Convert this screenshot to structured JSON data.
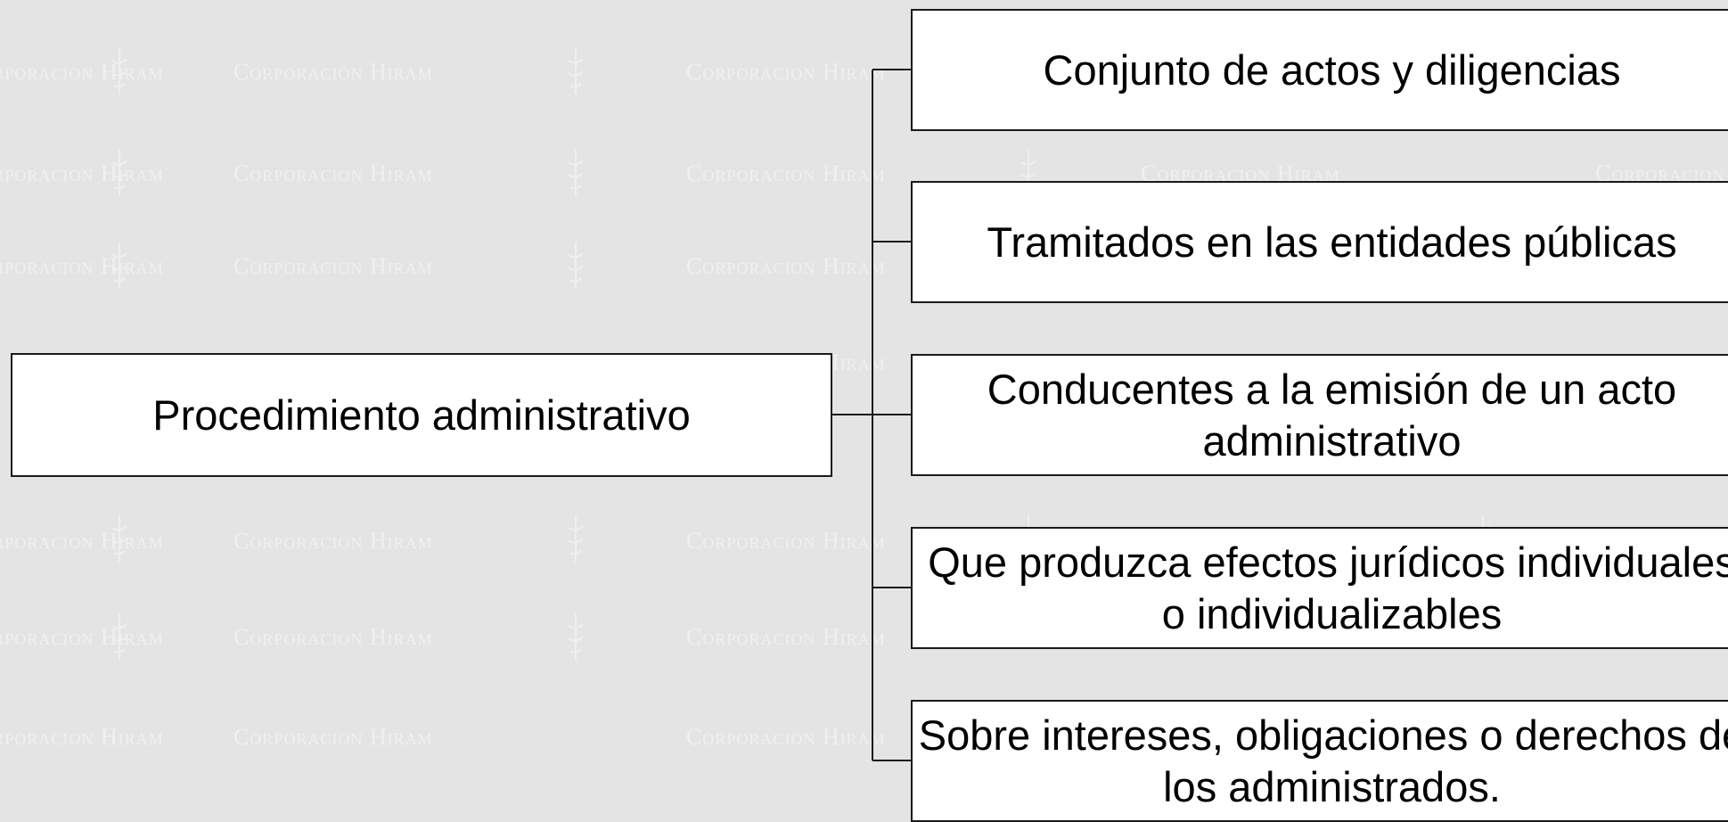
{
  "diagram": {
    "root": {
      "label": "Procedimiento administrativo"
    },
    "children": [
      {
        "label": "Conjunto de actos y diligencias"
      },
      {
        "label": "Tramitados en las entidades públicas"
      },
      {
        "label": "Conducentes a la emisión de un acto administrativo"
      },
      {
        "label": "Que produzca efectos jurídicos individuales o individualizables"
      },
      {
        "label": "Sobre intereses, obligaciones o derechos de los administrados."
      }
    ]
  },
  "watermark": {
    "text": "Corporacion Hiram"
  },
  "colors": {
    "background": "#e4e4e4",
    "box_fill": "#ffffff",
    "box_border": "#1a1a1a",
    "connector": "#1a1a1a",
    "watermark": "#f0f0f0"
  }
}
